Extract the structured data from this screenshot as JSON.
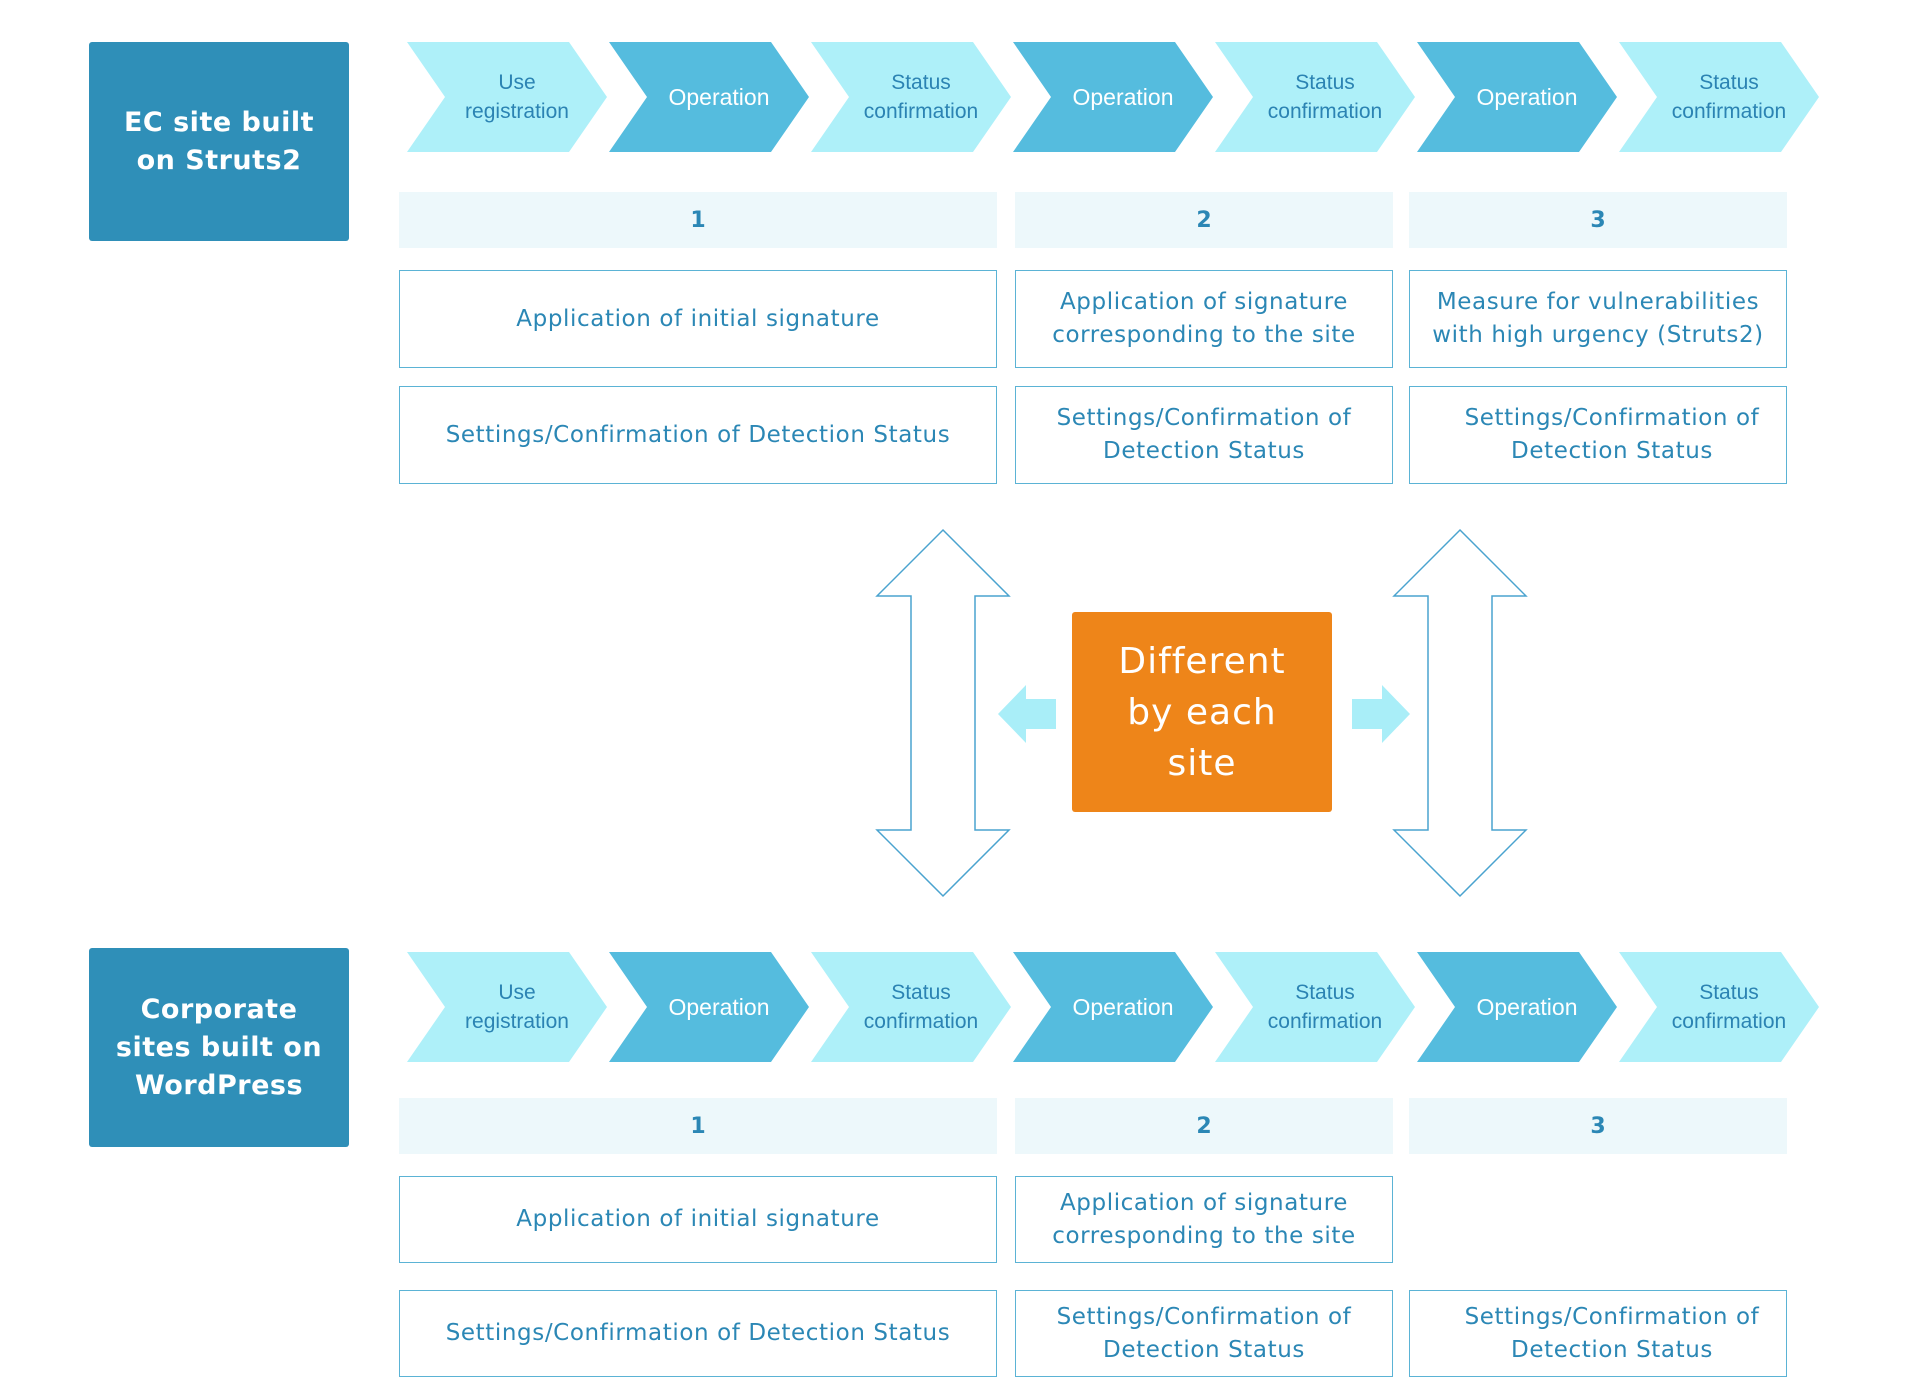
{
  "rows": [
    {
      "site_label": "EC site built\non Struts2",
      "steps": [
        {
          "label": "Use\nregistration",
          "style": "light"
        },
        {
          "label": "Operation",
          "style": "dark"
        },
        {
          "label": "Status\nconfirmation",
          "style": "light"
        },
        {
          "label": "Operation",
          "style": "dark"
        },
        {
          "label": "Status\nconfirmation",
          "style": "light"
        },
        {
          "label": "Operation",
          "style": "dark"
        },
        {
          "label": "Status\nconfirmation",
          "style": "light"
        }
      ],
      "phases": [
        {
          "number": "1",
          "tasks": [
            "Application of initial signature",
            "Settings/Confirmation of Detection Status"
          ]
        },
        {
          "number": "2",
          "tasks": [
            "Application of signature\ncorresponding to the site",
            "Settings/Confirmation of\nDetection Status"
          ]
        },
        {
          "number": "3",
          "tasks": [
            "Measure for vulnerabilities\nwith high urgency (Struts2)",
            "Settings/Confirmation of\nDetection Status"
          ]
        }
      ]
    },
    {
      "site_label": "Corporate\nsites built on\nWordPress",
      "steps": [
        {
          "label": "Use\nregistration",
          "style": "light"
        },
        {
          "label": "Operation",
          "style": "dark"
        },
        {
          "label": "Status\nconfirmation",
          "style": "light"
        },
        {
          "label": "Operation",
          "style": "dark"
        },
        {
          "label": "Status\nconfirmation",
          "style": "light"
        },
        {
          "label": "Operation",
          "style": "dark"
        },
        {
          "label": "Status\nconfirmation",
          "style": "light"
        }
      ],
      "phases": [
        {
          "number": "1",
          "tasks": [
            "Application of initial signature",
            "Settings/Confirmation of Detection Status"
          ]
        },
        {
          "number": "2",
          "tasks": [
            "Application of signature\ncorresponding to the site",
            "Settings/Confirmation of\nDetection Status"
          ]
        },
        {
          "number": "3",
          "tasks": [
            "Settings/Confirmation of\nDetection Status"
          ]
        }
      ]
    }
  ],
  "center_label": "Different\nby each\nsite",
  "colors": {
    "site_box": "#2f8fb8",
    "chevron_light": "#aef0f9",
    "chevron_dark": "#55bcde",
    "phase_header_bg": "#edf8fb",
    "text_blue": "#2b87b5",
    "task_border": "#5bb3d5",
    "center_box": "#ee8519",
    "small_arrow": "#a9eef8",
    "outline_arrow": "#4aa3cf"
  },
  "icons": [
    "double-headed-vertical-arrow-icon",
    "left-arrow-icon",
    "right-arrow-icon"
  ]
}
